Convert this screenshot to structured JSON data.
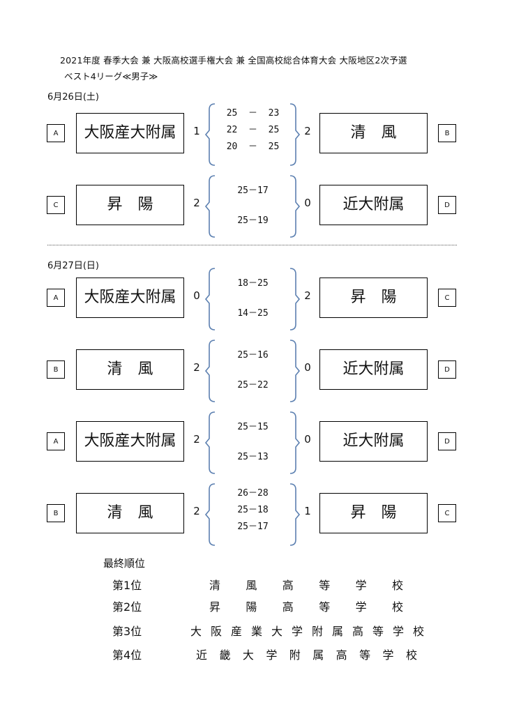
{
  "title": "2021年度 春季大会 兼 大阪高校選手権大会 兼 全国高校総合体育大会 大阪地区2次予選",
  "subtitle": "ベスト4リーグ≪男子≫",
  "day1": {
    "date": "6月26日(土)",
    "matches": [
      {
        "left_tag": "A",
        "left_team": "大阪産大附属",
        "left_sets": "1",
        "scores": [
          "25  －  23",
          "22  －  25",
          "20  －  25"
        ],
        "right_sets": "2",
        "right_team": "清　風",
        "right_tag": "B"
      },
      {
        "left_tag": "C",
        "left_team": "昇　陽",
        "left_sets": "2",
        "scores": [
          "25－17",
          "25－19"
        ],
        "right_sets": "0",
        "right_team": "近大附属",
        "right_tag": "D"
      }
    ]
  },
  "day2": {
    "date": "6月27日(日)",
    "matches": [
      {
        "left_tag": "A",
        "left_team": "大阪産大附属",
        "left_sets": "0",
        "scores": [
          "18－25",
          "14－25"
        ],
        "right_sets": "2",
        "right_team": "昇　陽",
        "right_tag": "C"
      },
      {
        "left_tag": "B",
        "left_team": "清　風",
        "left_sets": "2",
        "scores": [
          "25－16",
          "25－22"
        ],
        "right_sets": "0",
        "right_team": "近大附属",
        "right_tag": "D"
      },
      {
        "left_tag": "A",
        "left_team": "大阪産大附属",
        "left_sets": "2",
        "scores": [
          "25－15",
          "25－13"
        ],
        "right_sets": "0",
        "right_team": "近大附属",
        "right_tag": "D"
      },
      {
        "left_tag": "B",
        "left_team": "清　風",
        "left_sets": "2",
        "scores": [
          "26－28",
          "25－18",
          "25－17"
        ],
        "right_sets": "1",
        "right_team": "昇　陽",
        "right_tag": "C"
      }
    ]
  },
  "ranking": {
    "header": "最終順位",
    "rows": [
      {
        "place": "第1位",
        "school": "清風高等学校"
      },
      {
        "place": "第2位",
        "school": "昇陽高等学校"
      },
      {
        "place": "第3位",
        "school": "大阪産業大学附属高等学校"
      },
      {
        "place": "第4位",
        "school": "近畿大学附属高等学校"
      }
    ]
  },
  "colors": {
    "bracket": "#5b7fb0",
    "text": "#111111"
  }
}
